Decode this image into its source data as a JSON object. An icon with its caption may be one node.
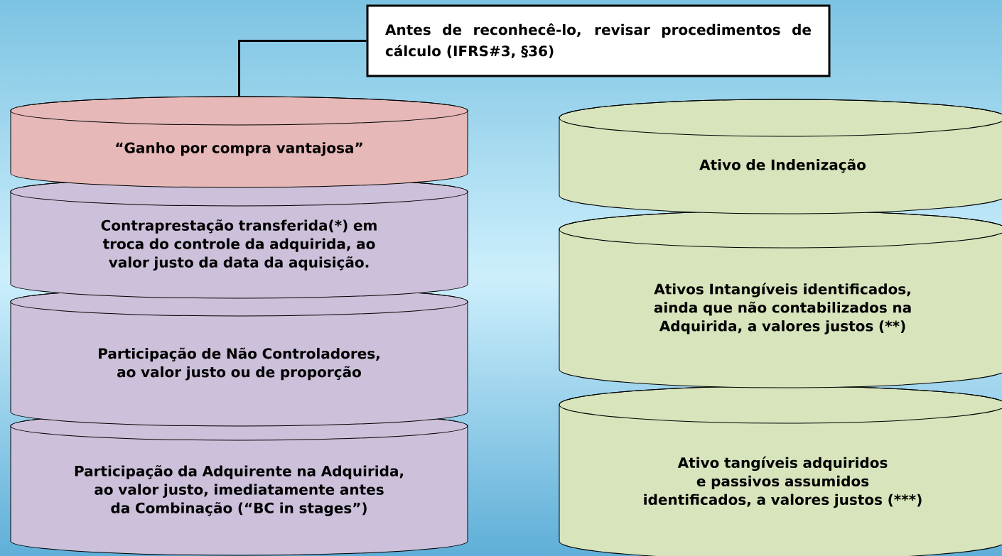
{
  "diagram": {
    "nodes": [
      {
        "text": [
          "Antes de reconhecê-lo, revisar procedimentos de  cálculo (IFRS#3, §36)"
        ]
      },
      {
        "text": [
          "“Ganho por compra vantajosa”"
        ]
      },
      {
        "text": [
          "Contraprestação transferida(*) em troca do controle da adquirida, ao valor justo  da data da aquisição."
        ]
      },
      {
        "text": [
          "Participação de Não Controladores, ao valor justo ou de proporção"
        ]
      },
      {
        "text": [
          "Participação da Adquirente na Adquirida, ao valor justo, imediatamente antes da Combinação (“BC in stages”)"
        ]
      },
      {
        "text": [
          "Ativo de Indenização"
        ]
      },
      {
        "text": [
          "Ativos Intangíveis identificados, ainda que não contabilizados na Adquirida, a valores justos (**)"
        ]
      },
      {
        "text": [
          "Ativo tangíveis adquiridos e passivos assumidos identificados, a valores justos  (***)"
        ]
      }
    ],
    "edges": [
      {
        "from": 0,
        "to": 1,
        "arrow": "none"
      }
    ]
  }
}
